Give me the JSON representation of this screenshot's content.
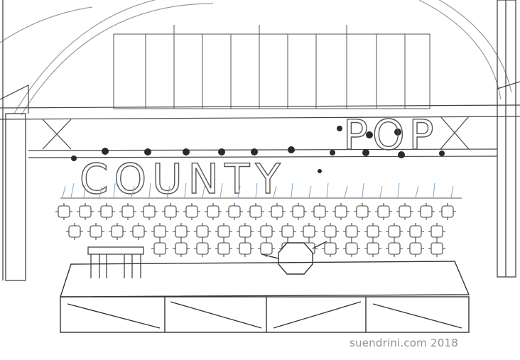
{
  "signs": {
    "left_word": "COUNTY",
    "right_word": "POP"
  },
  "watermark": "suendrini.com 2018",
  "colors": {
    "line": "#3a3a3a",
    "light_line": "#9a9a9a",
    "shading": "#d8d8d8",
    "grass_accent": "#7ea7c9",
    "watermark": "#8f8f8f"
  }
}
